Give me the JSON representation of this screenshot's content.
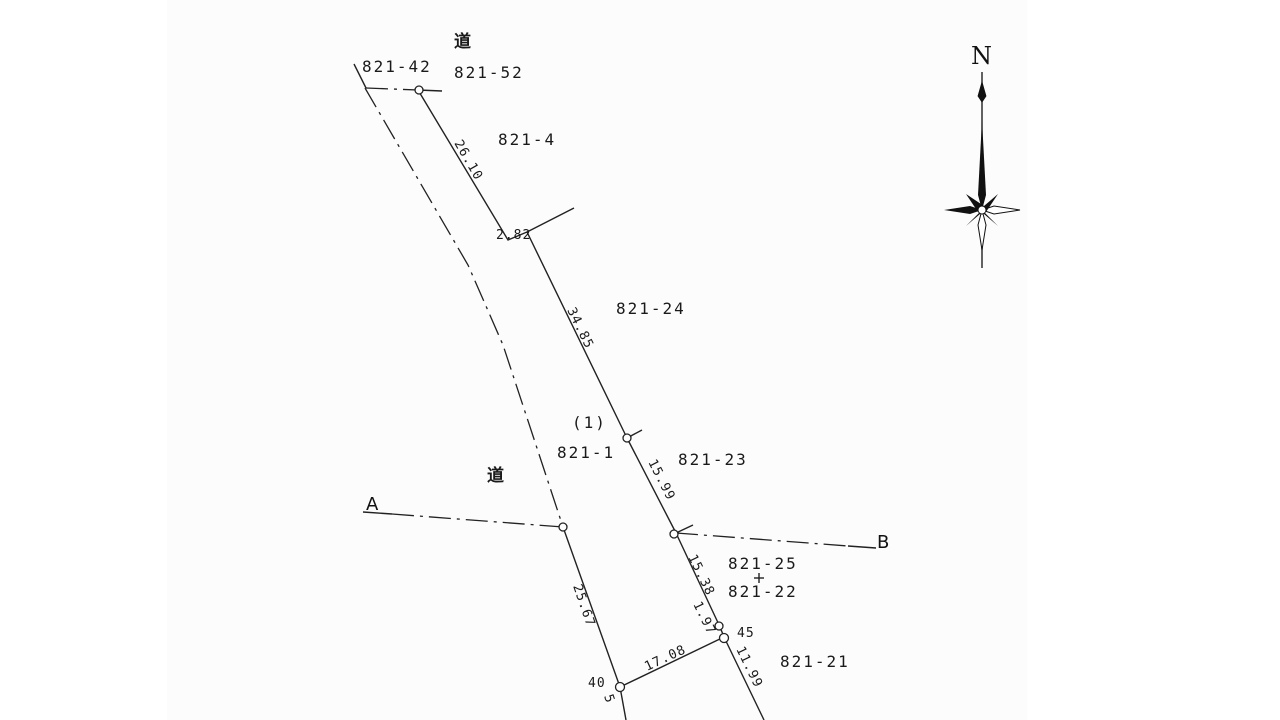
{
  "roads": {
    "top": "道",
    "middle": "道"
  },
  "parcels": {
    "p821_42": "821-42",
    "p821_52": "821-52",
    "p821_4": "821-4",
    "p821_24": "821-24",
    "p821_1_index": "(1)",
    "p821_1": "821-1",
    "p821_23": "821-23",
    "p821_25": "821-25",
    "p821_22": "821-22",
    "p821_21": "821-21"
  },
  "dimensions": {
    "d26_10": "26.10",
    "d2_82": "2.82",
    "d34_85": "34.85",
    "d15_99": "15.99",
    "d15_38": "15.38",
    "d1_97": "1.97",
    "d25_67": "25.67",
    "d17_08": "17.08",
    "d11_99": "11.99"
  },
  "point_labels": {
    "pt45": "45",
    "pt40": "40",
    "pt5": "5"
  },
  "section_line": {
    "start": "A",
    "end": "B"
  },
  "compass": {
    "north_label": "N"
  }
}
